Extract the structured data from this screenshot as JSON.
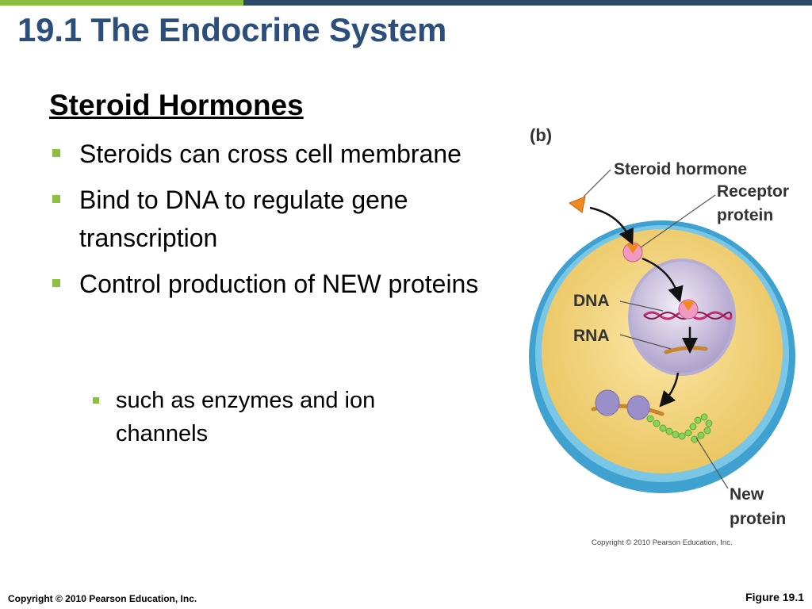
{
  "slide": {
    "title": "19.1 The Endocrine System",
    "heading": "Steroid Hormones",
    "bullets": [
      "Steroids can cross cell membrane",
      "Bind to DNA to regulate gene transcription",
      "Control production of NEW proteins"
    ],
    "sub_bullets": [
      "such as enzymes and ion channels"
    ]
  },
  "figure": {
    "panel_label": "(b)",
    "labels": {
      "steroid_hormone": "Steroid hormone",
      "receptor_line1": "Receptor",
      "receptor_line2": "protein",
      "dna": "DNA",
      "rna": "RNA",
      "new_protein_line1": "New",
      "new_protein_line2": "protein"
    },
    "copyright": "Copyright © 2010 Pearson Education, Inc."
  },
  "footer": {
    "copyright": "Copyright © 2010 Pearson Education, Inc.",
    "figure_ref": "Figure 19.1"
  },
  "colors": {
    "title": "#2b4f7a",
    "bullet": "#8cbf3f",
    "top_bar_green": "#8cbf3f",
    "top_bar_navy": "#2e4a6b"
  }
}
